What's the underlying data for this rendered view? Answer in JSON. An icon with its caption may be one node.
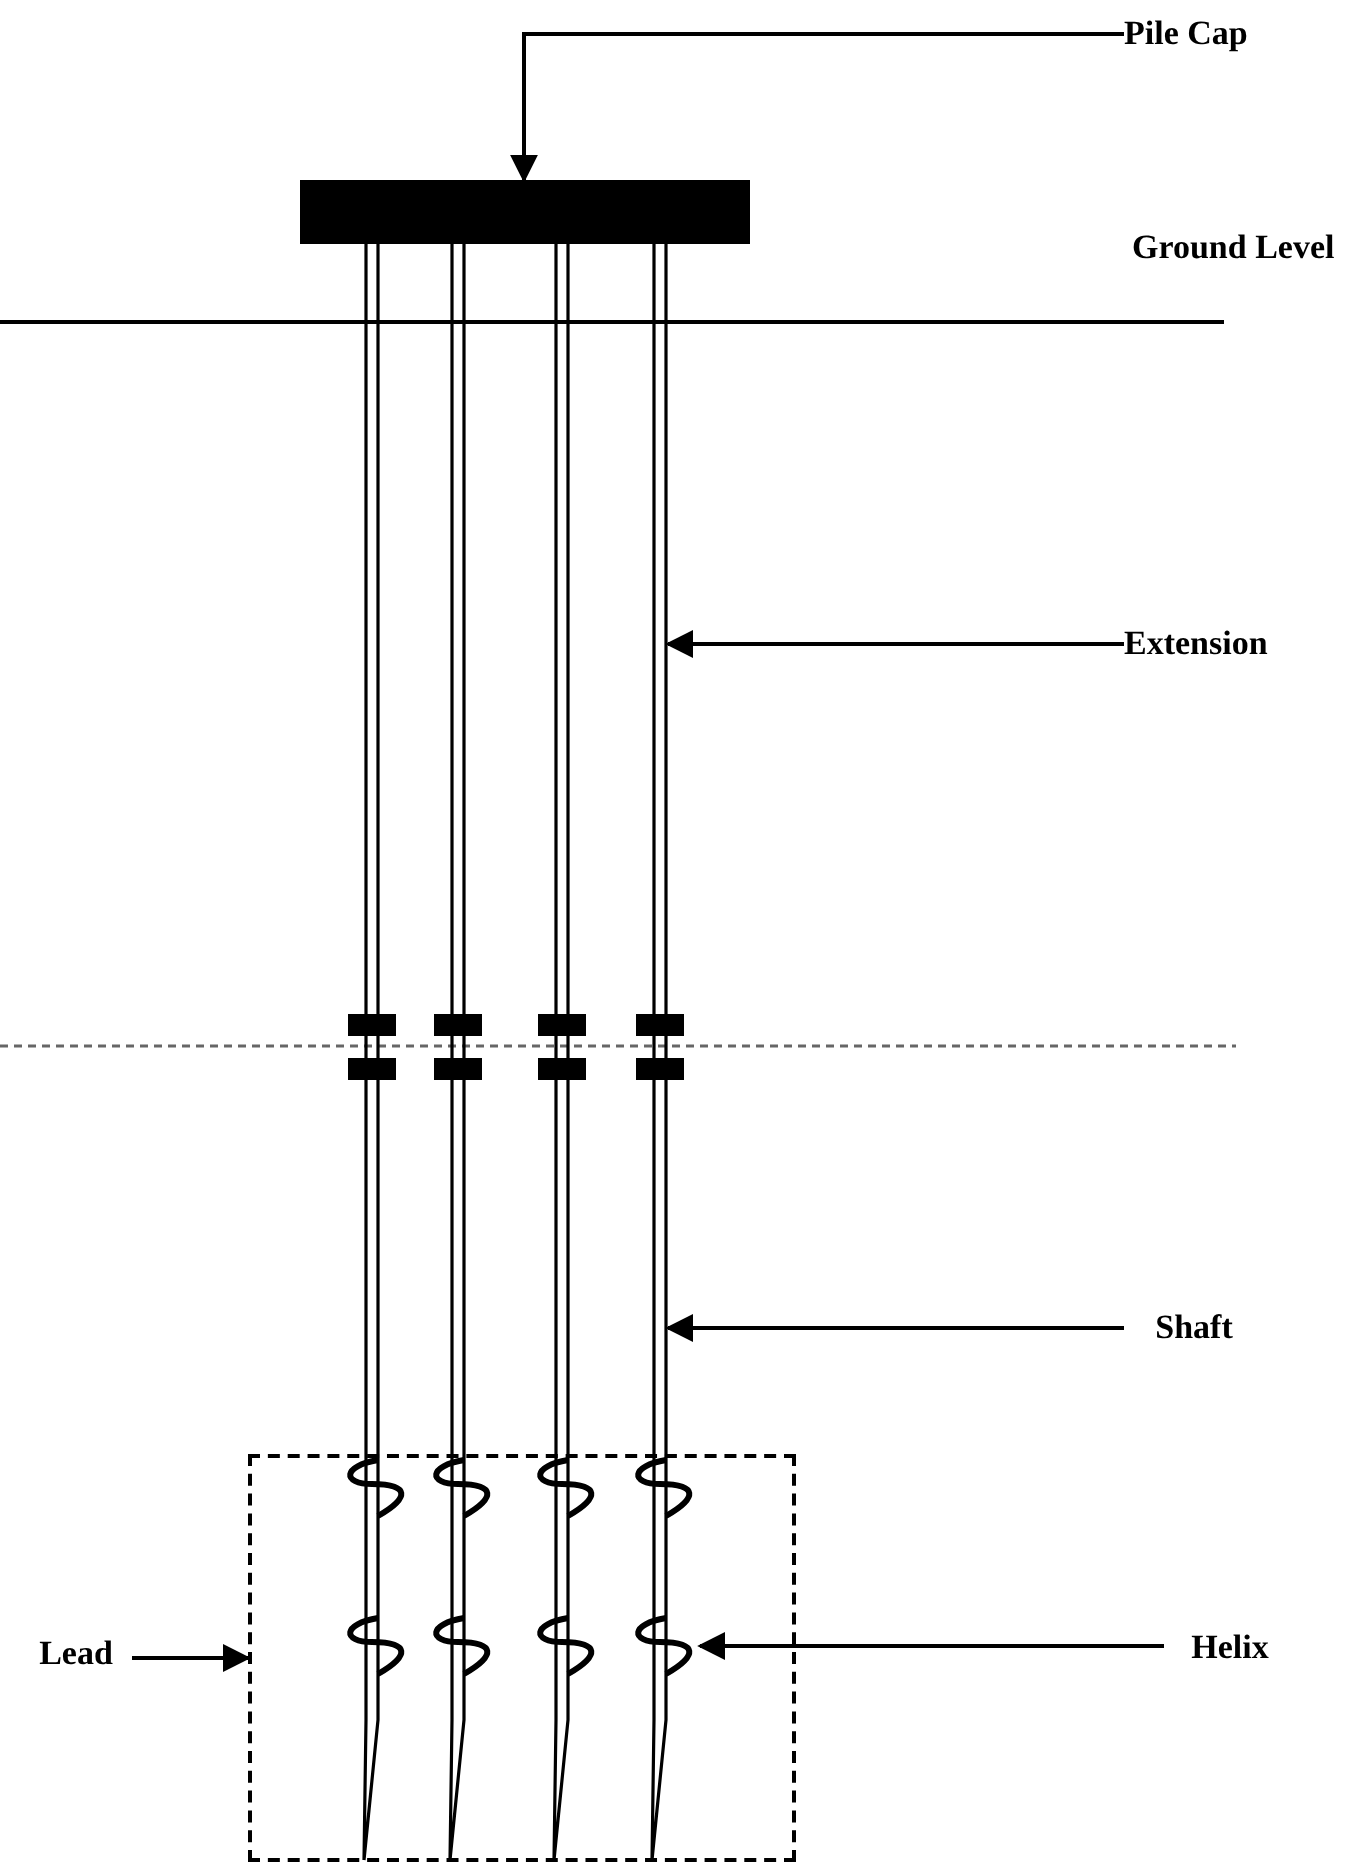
{
  "diagram": {
    "nodes": [
      {
        "text": [
          "Pile Cap"
        ]
      },
      {
        "text": [],
        "shape": "bar"
      },
      {
        "text": [
          "Extension"
        ]
      },
      {
        "text": [
          "Shaft"
        ]
      },
      {
        "text": [
          "Lead"
        ]
      },
      {
        "text": [],
        "shape": "box"
      },
      {
        "text": [
          "Helix"
        ]
      },
      {
        "text": [],
        "shape": "helix",
        "in": 5
      }
    ],
    "edges": [
      {
        "from": 0,
        "to": 1,
        "arrow": "to"
      },
      {
        "from": 2,
        "to": null,
        "arrow": "to"
      },
      {
        "from": 3,
        "to": null,
        "arrow": "to"
      },
      {
        "from": 4,
        "to": 5,
        "arrow": "to"
      },
      {
        "from": 6,
        "to": 7,
        "arrow": "to"
      }
    ],
    "labels": [
      "Ground Level"
    ]
  }
}
